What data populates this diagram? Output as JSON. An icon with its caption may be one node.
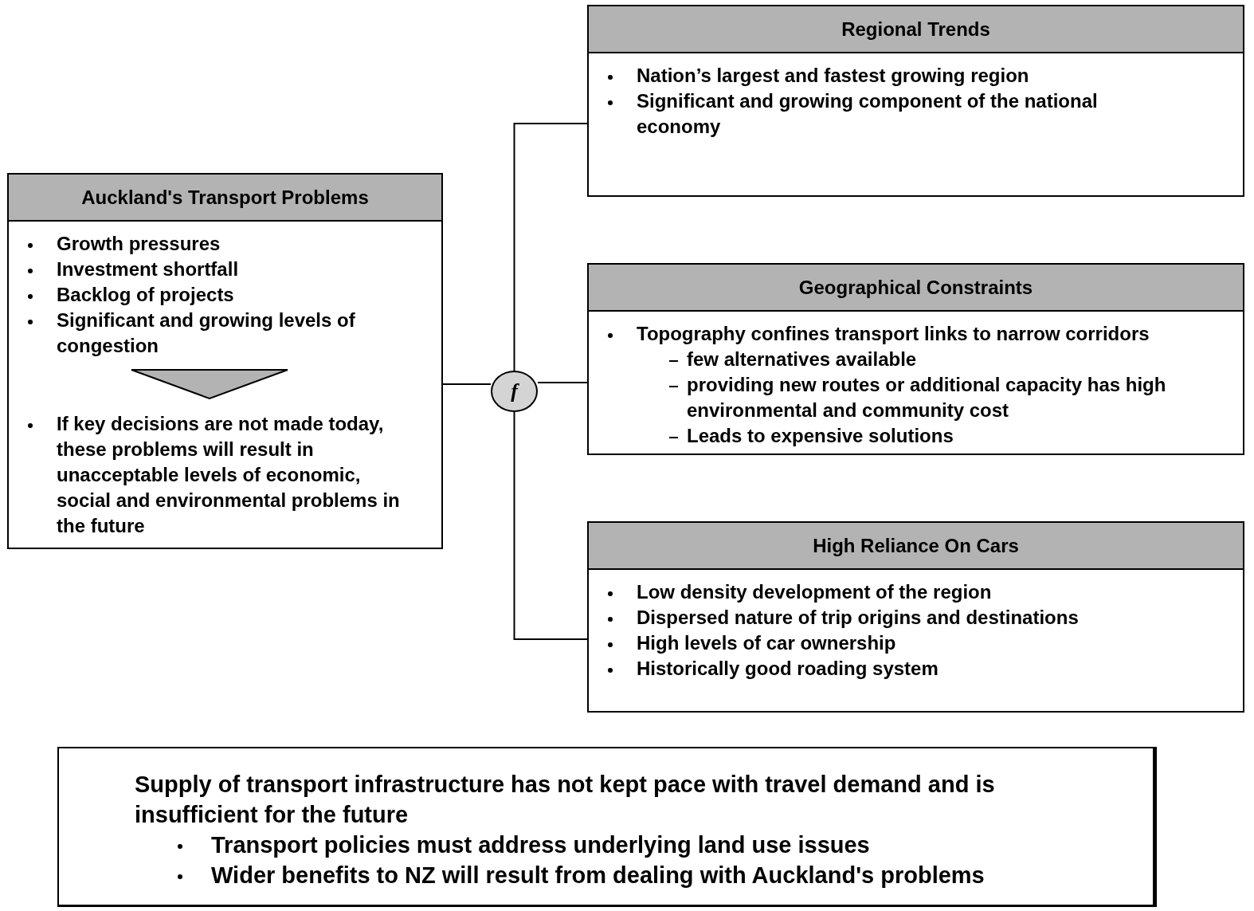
{
  "diagram": {
    "nodes": [
      {
        "text": [
          "Auckland's Transport Problems",
          "Growth pressures",
          "Investment shortfall",
          "Backlog of projects",
          "Significant and growing levels of congestion",
          "If key decisions are not made today, these problems will result in unacceptable levels of economic, social and environmental problems in the future"
        ]
      },
      {
        "text": [],
        "shape": "triangle",
        "in": 0
      },
      {
        "text": [
          "f"
        ]
      },
      {
        "text": [
          "Regional Trends",
          "Nation’s largest and fastest growing region",
          "Significant and growing component of the national economy"
        ]
      },
      {
        "text": [
          "Geographical Constraints",
          "Topography confines transport links to narrow corridors",
          "few alternatives available",
          "providing new routes or additional capacity has high environmental and community cost",
          "Leads to expensive solutions"
        ]
      },
      {
        "text": [
          "High Reliance On Cars",
          "Low density development of the region",
          "Dispersed nature of trip origins and destinations",
          "High levels of car ownership",
          "Historically good roading system"
        ]
      },
      {
        "text": [
          "Supply of transport infrastructure has not kept pace with travel demand and is insufficient for the future",
          "Transport policies must address underlying land use issues",
          "Wider benefits to NZ will result from dealing with Auckland's problems"
        ]
      }
    ],
    "edges": [
      {
        "from": 0,
        "to": 2,
        "arrow": "none"
      },
      {
        "from": 2,
        "to": 3,
        "arrow": "none"
      },
      {
        "from": 2,
        "to": 4,
        "arrow": "none"
      },
      {
        "from": 2,
        "to": 5,
        "arrow": "none"
      }
    ]
  }
}
